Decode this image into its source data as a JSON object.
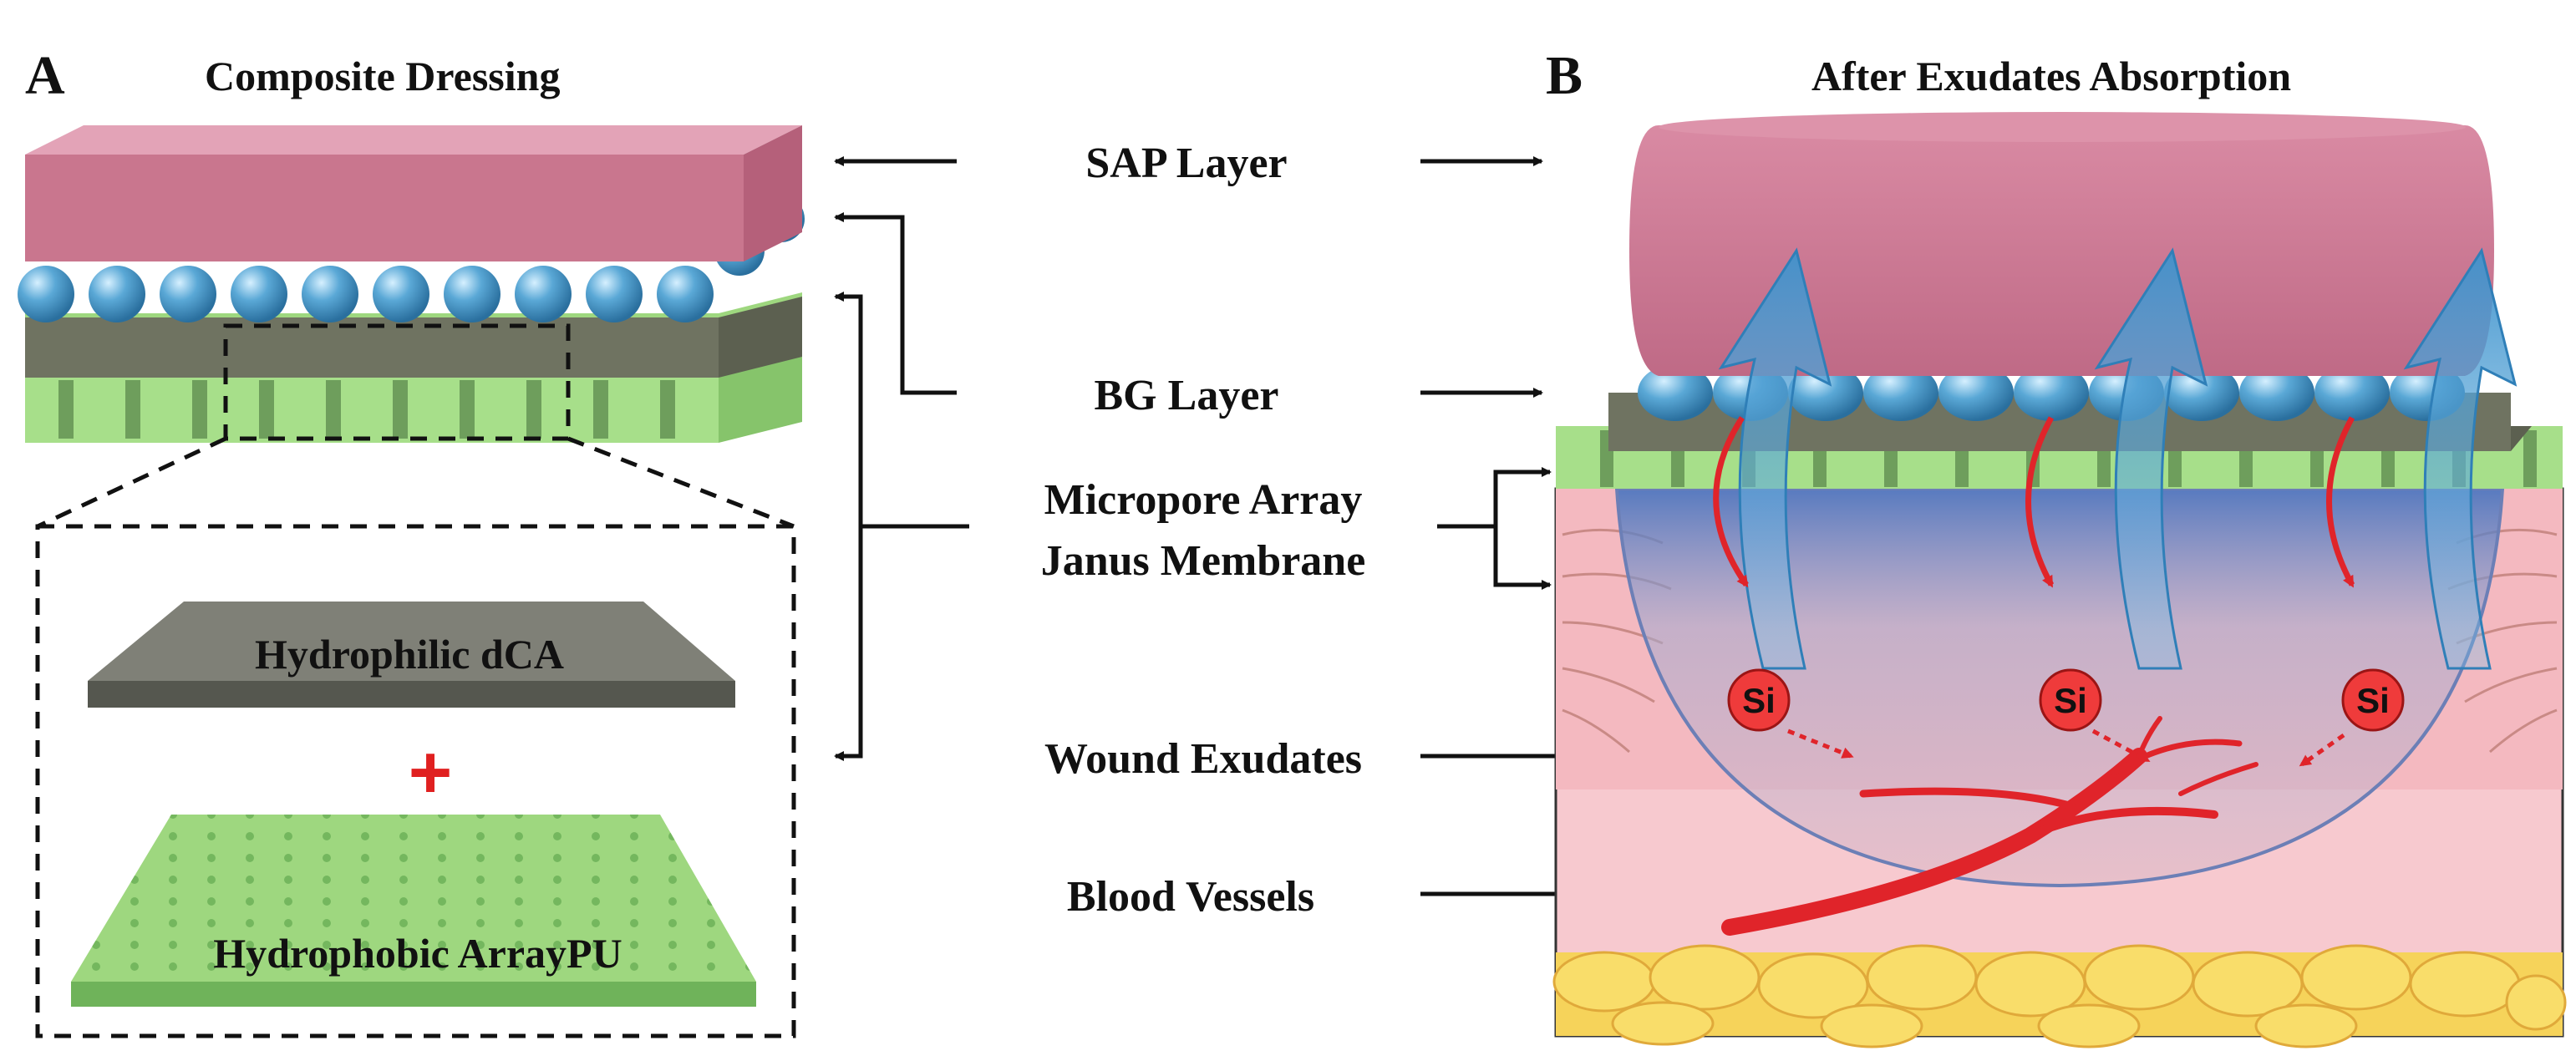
{
  "panel_a": {
    "letter": "A",
    "title": "Composite Dressing",
    "inset_top_label": "Hydrophilic dCA",
    "plus_sign": "+",
    "inset_bottom_label": "Hydrophobic ArrayPU"
  },
  "panel_b": {
    "letter": "B",
    "title": "After Exudates Absorption",
    "si_labels": [
      "Si",
      "Si",
      "Si"
    ]
  },
  "labels": {
    "sap_layer": "SAP  Layer",
    "bg_layer": "BG  Layer",
    "micropore_line1": "Micropore Array",
    "micropore_line2": "Janus Membrane",
    "wound_exudates": "Wound Exudates",
    "blood_vessels": "Blood Vessels"
  },
  "colors": {
    "sap_pink": "#c9768e",
    "bead_blue": "#5aa8d6",
    "membrane_dark": "#6f7361",
    "membrane_green": "#a7df8a",
    "skin_pink": "#f7c9cf",
    "fat_yellow": "#f6d35a",
    "vessel_red": "#e0242a",
    "arrow_blue": "#4f9fd1",
    "plus_red": "#e02020"
  }
}
